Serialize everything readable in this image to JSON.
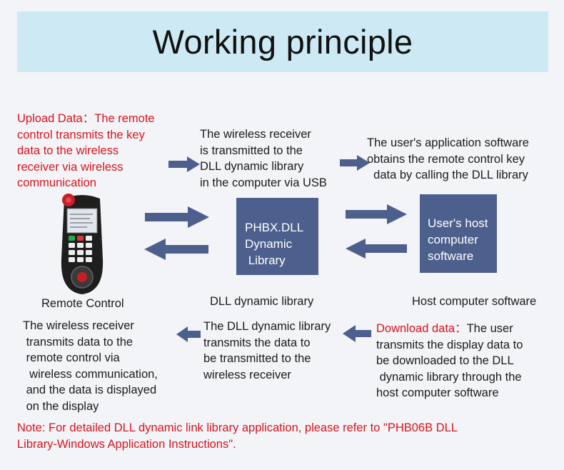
{
  "title": "Working principle",
  "upload": {
    "label": "Upload Data：",
    "text": "The remote\ncontrol transmits the key\ndata to the wireless\nreceiver via wireless\ncommunication"
  },
  "receiver_text": "The wireless receiver\nis transmitted to the\nDLL dynamic library\nin the computer via USB",
  "app_text": "The user's application software\nobtains the remote control key\n  data by calling the DLL library",
  "dll_box": "PHBX.DLL\nDynamic\n Library",
  "host_box": "User's host\ncomputer\nsoftware",
  "labels": {
    "remote": "Remote Control",
    "dll": "DLL dynamic library",
    "host": "Host computer software"
  },
  "bottom_left_text": "The wireless receiver\n transmits data to the\n remote control via\n  wireless communication,\n and the data is displayed\n on the display",
  "bottom_mid_text": "The DLL dynamic library\ntransmits the data to\nbe transmitted to the\nwireless receiver",
  "download": {
    "label": "Download data：",
    "text": "The user\ntransmits the display data to\nbe downloaded to the DLL\n dynamic library through the\nhost computer software"
  },
  "note": "Note: For detailed DLL dynamic link library application, please refer to \"PHB06B DLL\nLibrary-Windows Application Instructions\".",
  "colors": {
    "arrow": "#4d5f8c",
    "box": "#4d5f8c",
    "title_bg": "#cdeaf4",
    "red": "#d7141f"
  },
  "icons": [
    "arrow-right-icon",
    "arrow-left-icon",
    "remote-control-icon"
  ]
}
